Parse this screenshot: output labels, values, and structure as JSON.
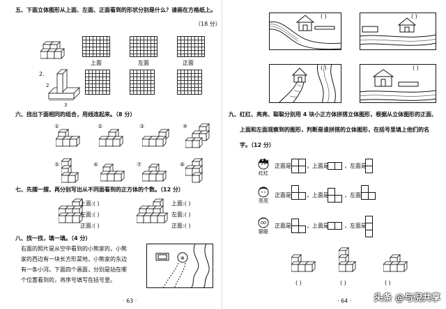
{
  "left": {
    "q5": {
      "title": "五、下面立体图形从上面、左面、正面看到的形状分别是什么？请画在方格纸上。",
      "score": "（18 分）",
      "labels": [
        "上面",
        "左面",
        "正面"
      ],
      "item2": "2.",
      "dim_2": "2",
      "dim_3": "3"
    },
    "q6": {
      "title": "六、找出下面相同的组合，用线连起来。（8 分）",
      "nums_top": [
        "①",
        "②",
        "③",
        "④"
      ],
      "nums_bottom": [
        "⑤",
        "⑥",
        "⑦",
        "⑧"
      ]
    },
    "q7": {
      "title": "七、先摆一摆，再分别写出从不同面看到的正方体的个数。（12 分）",
      "top": "上面:(      )",
      "left": "左面:(      )",
      "front": "正面:(      )",
      "rtop": "上面:(      )",
      "rleft": "左面:(      )",
      "rfront": "正面:(      )"
    },
    "q8": {
      "title": "八、找一找，填一填。（4 分）",
      "lines": [
        "右面的照片是从空中看到的小熊家的，小熊",
        "家的西边有一块长方形菜地，小熊家的东边",
        "有一条小河。下面四个画面，分别是站在哪",
        "个位置看到的，将序号填写在括号里。"
      ]
    },
    "page_num": "· 63 ·"
  },
  "right": {
    "q9": {
      "lines": [
        "九、红红、亮亮、聪聪分别用 4 块小正方体拼搭立体图形，根据从立体图形的正面、",
        "上面和左面观察到的图形，判断是谁拼搭的立体图形，在括号里填上他们的名",
        "字。（12 分）"
      ],
      "rows": [
        {
          "name": "红红",
          "front": "正面是",
          "top": "，上面是",
          "left": "，左面是"
        },
        {
          "name": "亮亮",
          "front": "正面是",
          "top": "，上面是",
          "left": "，左面是"
        },
        {
          "name": "聪聪",
          "front": "正面是",
          "top": "，上面是",
          "left": "，左面是"
        }
      ],
      "answer_parens": [
        "(      )",
        "(      )",
        "(      )"
      ]
    },
    "scene_parens": [
      "(    )",
      "(    )",
      "(    )",
      "(    )"
    ],
    "page_num": "· 64 ·"
  },
  "watermark": "头条 @与倪共享"
}
